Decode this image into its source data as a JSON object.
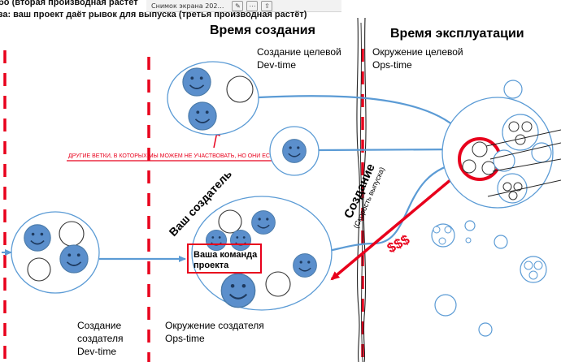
{
  "header": {
    "line1": "бо (вторая производная растёт",
    "line2": "за: ваш проект даёт рывок для выпуска (третья производная растёт)"
  },
  "topbar": {
    "tab_title": "Снимок экрана 202…",
    "icons": [
      "edit-icon",
      "more-icon",
      "share-icon"
    ]
  },
  "sections": {
    "creation_time": "Время создания",
    "operation_time": "Время эксплуатации"
  },
  "labels": {
    "target_dev_line1": "Создание целевой",
    "target_dev_line2": "Dev-time",
    "target_ops_line1": "Окружение целевой",
    "target_ops_line2": "Ops-time",
    "creator_dev_line1": "Создание",
    "creator_dev_line2": "создателя",
    "creator_dev_line3": "Dev-time",
    "creator_ops_line1": "Окружение создателя",
    "creator_ops_line2": "Ops-time",
    "your_creator": "Ваш создатель",
    "other_branches": "ДРУГИЕ ВЕТКИ, В КОТОРЫХ МЫ МОЖЕМ НЕ УЧАСТВОВАТЬ, НО ОНИ ЕСТЬ",
    "creation": "Создание",
    "release_speed": "(Скорость выпуска)",
    "money": "$$$",
    "team_line1": "Ваша команда",
    "team_line2": "проекта"
  },
  "colors": {
    "accent_red": "#e8001c",
    "arrow_blue": "#5b9bd5",
    "face_fill": "#5b8fcc",
    "outline": "#4a7aa8",
    "section_text": "#000000"
  }
}
